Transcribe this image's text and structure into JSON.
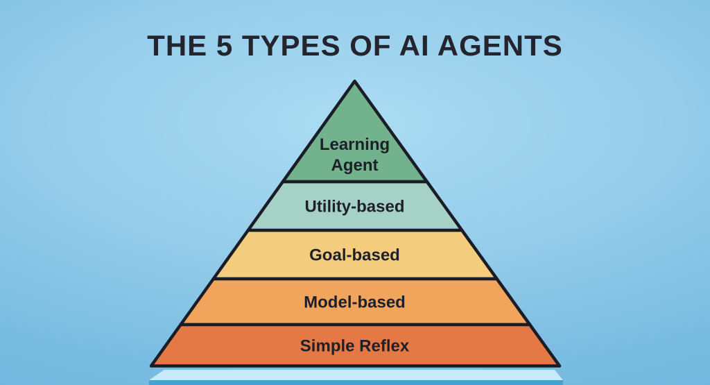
{
  "title": "THE 5 TYPES OF AI AGENTS",
  "colors": {
    "background_center": "#abdcf3",
    "background_edge": "#6db4dc",
    "outline": "#1b1d26",
    "label_text": "#1d1f29",
    "title_text": "#23242e",
    "platform_top": "#c8e9f7",
    "platform_front": "#47a2d1"
  },
  "pyramid": {
    "levels": [
      {
        "label": "Learning Agent",
        "lines": [
          "Learning",
          "Agent"
        ],
        "color": "#72b28d"
      },
      {
        "label": "Utility-based",
        "lines": [
          "Utility-based"
        ],
        "color": "#a6d1c7"
      },
      {
        "label": "Goal-based",
        "lines": [
          "Goal-based"
        ],
        "color": "#f4cc7e"
      },
      {
        "label": "Model-based",
        "lines": [
          "Model-based"
        ],
        "color": "#f1a45c"
      },
      {
        "label": "Simple Reflex",
        "lines": [
          "Simple Reflex"
        ],
        "color": "#e57946"
      }
    ]
  }
}
